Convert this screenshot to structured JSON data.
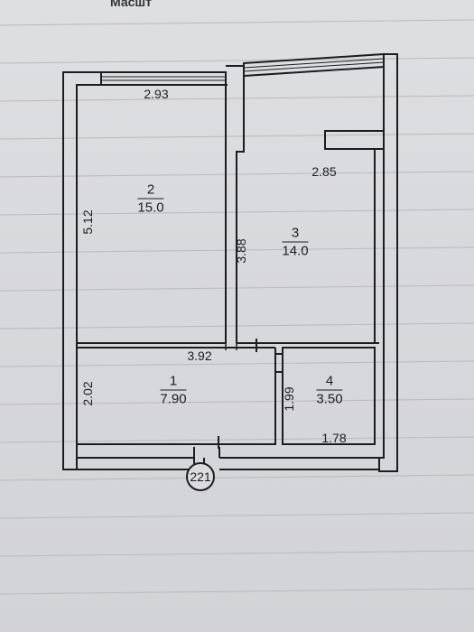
{
  "header_fragment": "Масшт",
  "rooms": [
    {
      "number": "1",
      "area": "7.90"
    },
    {
      "number": "2",
      "area": "15.0"
    },
    {
      "number": "3",
      "area": "14.0"
    },
    {
      "number": "4",
      "area": "3.50"
    }
  ],
  "dimensions": {
    "room1_width": "3.92",
    "room1_height": "2.02",
    "room2_width": "2.93",
    "room2_height": "5.12",
    "room3_width": "2.85",
    "room3_height": "3.88",
    "room4_width": "1.78",
    "room4_height": "1.99"
  },
  "plan_number": "221",
  "colors": {
    "ink": "#1d1d1f",
    "paper": "#dcdcde",
    "rule": "#b9b9be"
  }
}
